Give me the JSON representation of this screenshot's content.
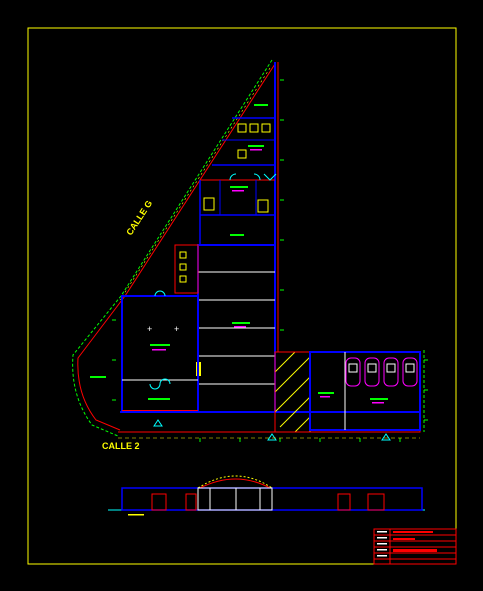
{
  "streets": {
    "calle_a": "CALLE G",
    "calle_b": "CALLE 2"
  },
  "colors": {
    "background": "#000000",
    "frame": "#ffff00",
    "walls_primary": "#0000ff",
    "walls_secondary": "#ff0000",
    "furniture": "#ffffff",
    "dimension_marks": "#00ff00",
    "titleblock": "#ff0000",
    "accents": "#ff00ff",
    "fixtures": "#00ffff"
  },
  "title_block": {
    "rows": 6
  },
  "parking": {
    "car_count": 4
  }
}
